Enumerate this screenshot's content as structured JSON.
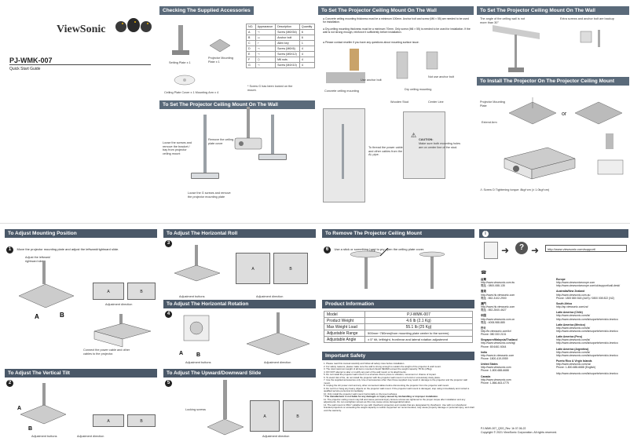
{
  "brand": "ViewSonic",
  "cover": {
    "model": "PJ-WMK-007",
    "subtitle": "Quick Start Guide"
  },
  "accessories": {
    "title": "Checking The Supplied Accessories",
    "setting_plate": "Setting Plate x 1",
    "mounting_plate": "Projector Mounting Plate x 1",
    "cover": "Ceiling Plate Cover x 1 Mounting Arm x 4",
    "note": "* Screw G has been locked on the mount.",
    "table_header": [
      "NO.",
      "Appearance",
      "Description",
      "Quantity"
    ],
    "rows": [
      [
        "A",
        "",
        "Screw (M6X54)",
        "6"
      ],
      [
        "B",
        "",
        "Anchor bolt",
        "6"
      ],
      [
        "C",
        "",
        "Allen key",
        "1"
      ],
      [
        "D",
        "",
        "Screw (M6X6)",
        "4"
      ],
      [
        "E",
        "",
        "Screw (M5X12)",
        "4"
      ],
      [
        "F",
        "",
        "M6 nuts",
        "4"
      ],
      [
        "G",
        "",
        "Screw (M4X10)",
        "4"
      ]
    ]
  },
  "wall_mount": {
    "title": "To Set The Projector Ceiling Mount On The Wall",
    "step1": "Loose the screws and remove the bracket / bay from projector ceiling mount",
    "step2": "Remove the ceiling plate cover",
    "step3": "Loose the G screws and remove the projector mounting plate"
  },
  "set_wall": {
    "title": "To Set The Projector Ceiling Mount On The Wall",
    "bullets": [
      "Concrete ceiling mounting thickness must be a minimum 100mm. Anchor bolt and screw (M6 × 55) are needed to be used for installation.",
      "Dry-ceiling mounting thickness must be a minimum 70mm. Only screw (M6 × 55) is needed to be used for installation. If the wall is not strong enough, reinforce it sufficiently before installation.",
      "Please contact reseller if you have any questions about mounting surface issue."
    ],
    "labels": [
      "Use anchor bolt",
      "Not use anchor bolt",
      "Concrete ceiling mounting",
      "Dry ceiling mounting"
    ],
    "stud_labels": [
      "Wooden Stud",
      "Center Line"
    ],
    "thread": "To thread the power cable and other cables from the AL pipe.",
    "caution_title": "CAUTION:",
    "caution": "Make sure both mounting holes are on center line of the stud."
  },
  "set_wall_right": {
    "title": "To Set The Projector Ceiling Mount On The Wall",
    "note_left": "The angle of the ceiling wall is not more than 30°",
    "note_right": "Extra screws and anchor bolt are backup"
  },
  "install": {
    "title": "To Install The Projector On The Projector Ceiling Mount",
    "labels": [
      "Projector Mounting Plate",
      "Extend Arm",
      "or"
    ],
    "torque": "Screw D Tightening torque: 8kgf·cm (± 1.0kgf·cm)"
  },
  "adjust_pos": {
    "title": "To Adjust Mounting Position",
    "step": "Move the projector mounting plate and adjust the leftward/rightward slide.",
    "label": "Adjust the leftward/ rightward slide",
    "dir": "Adjustment direction",
    "connect": "Connect the power cable and other cables to the projector."
  },
  "adjust_roll": {
    "title": "To Adjust The Horizontal Roll",
    "buttons": "Adjustment buttons",
    "dir": "Adjustment direction"
  },
  "adjust_rot": {
    "title": "To Adjust The Horizontal Rotation",
    "buttons": "Adjustment buttons",
    "dir": "Adjustment direction"
  },
  "adjust_tilt": {
    "title": "To Adjust The Vertical Tilt",
    "buttons": "Adjustment buttons",
    "dir": "Adjustment direction"
  },
  "adjust_updown": {
    "title": "To Adjust The Upward/Downward Slide",
    "locking": "Locking screws",
    "dir": "Adjustment direction"
  },
  "remove": {
    "title": "To Remove The Projector Ceiling Mount",
    "step": "Use a stick or something hard to pry open the ceiling plate cover.",
    "stick": "stick"
  },
  "product_info": {
    "title": "Product Information",
    "rows": [
      [
        "Model",
        "PJ-WMK-007"
      ],
      [
        "Product Weight",
        "4.6 lb (2.1 Kg)"
      ],
      [
        "Max Weight Load",
        "55.1 lb (25 Kg)"
      ],
      [
        "Adjustable Range",
        "500mm~780mm(from mounting plate center to the screen)"
      ],
      [
        "Adjustable Angle",
        "± 5° tilt, left/right, front/rear and lateral rotation adjustment"
      ]
    ]
  },
  "safety": {
    "title": "Important Safety",
    "items": [
      "1. Please read this manual carefully and follow all safety rules before installation.",
      "2. For safety reasons, please make sure the wall is strong enough to sustain the weight of the projector & wall mount.",
      "3. The total maximum weight of all items mounted should NEVER exceed the weight capacity: 55 lbs (25kg).",
      "4. DO NOT attempt to alter or modify any part of the wall mount or its attachments.",
      "5. Do not install the projector wall mount on a structure that is prone to vibration, movement or chance of impact.",
      "6. To avoid risk of fire, do not install the projector with the projector wall mount in a humid or excessively dusty place.",
      "7. Use the supplied accessories only. Use of accessories other than those supplied may result in damage to the projector and the projector wall mount.",
      "8. Unplug the AC power cord and any other connected cables before dismounting the projector from the projector wall mount.",
      "9. Do not hit or hang any heavy objects on the projector wall mount. If the projector wall mount is damaged, stop using immediately and contact a qualified service personnel immediately.",
      "10. Only install the projector wall mount horizontally on the level surfaces.",
      "* The manufacturer is not liable for any damages or injury caused by mishandling or improper installation.",
      "11. The projector ceiling mount may fall and cause personal injury. Ensure screws are tightened to the proper torque after installation and any adjustments. Do not overtighten screws as this may cause screw damage/deformation.",
      "12. The wall mount is ONLY suitable for use with ViewSonic projectors and models that are designated by ViewSonic. Use with non-ViewSonic branded projectors or exceeding the weight capacity is neither supported nor recommended, may cause property damage or personal injury, and shall void the warranty."
    ]
  },
  "contact": {
    "url": "http://www.viewsonic.com/support/",
    "left": [
      [
        "台灣",
        "http://www.viewsonic.com.tw",
        "電話 : 0800-088-135"
      ],
      [
        "香港",
        "http://www.hk.viewsonic.com",
        "電話 : 852-3102-2900"
      ],
      [
        "澳門",
        "http://www.hk.viewsonic.com",
        "電話 : 852-2840-4627"
      ],
      [
        "中国",
        "http://www.viewsonic.com.cn",
        "電話 : 4008-988-885"
      ],
      [
        "한국",
        "http://kr.viewsonic.com/kr/",
        "Phone: 080 333 2131"
      ],
      [
        "Singapore/Malaysia/Thailand",
        "http://www.viewsonic.com/sg/",
        "Phone: 65 6461 6044"
      ],
      [
        "India",
        "http://www.in.viewsonic.com",
        "Phone: 1800-419-0959"
      ],
      [
        "United States",
        "http://www.viewsonic.com",
        "Phone: 1-800-688-6688"
      ],
      [
        "Canada",
        "http://www.viewsonic.com",
        "Phone: 1-866-463-4775"
      ]
    ],
    "right": [
      [
        "Europe",
        "http://www.viewsoniceurope.com",
        "http://www.viewsoniceurope.com/uk/support/call-desk/"
      ],
      [
        "Australia/New Zealand",
        "http://www.viewsonic.com.au",
        "Phone: 1800 880 818 (AUS) / 0800 008 822 (NZ)"
      ],
      [
        "South Africa",
        "http://ap.viewsonic.com/za/",
        ""
      ],
      [
        "Latin America (Chile)",
        "http://www.viewsonic.com/la/",
        "http://www.viewsonic.com/la/soporte/servicio-tecnico"
      ],
      [
        "Latin America (Mexico)",
        "http://www.viewsonic.com/la/",
        "http://www.viewsonic.com/la/soporte/servicio-tecnico"
      ],
      [
        "Latin America (Peru)",
        "http://www.viewsonic.com/la/",
        "http://www.viewsonic.com/la/soporte/servicio-tecnico"
      ],
      [
        "Latin America (Argentina)",
        "http://www.viewsonic.com/la/",
        "http://www.viewsonic.com/la/soporte/servicio-tecnico"
      ],
      [
        "Puerto Rico & Virgin Islands",
        "http://www.viewsonic.com/us/",
        "Phone: 1-800-688-6688 (English)"
      ],
      [
        "",
        "http://www.viewsonic.com/la/soporte/servicio-tecnico",
        ""
      ]
    ],
    "footer1": "PJ-WMK-007_QSG_Rev. 1b 07-06-22",
    "footer2": "Copyright © 2021 ViewSonic Corporation. All rights reserved."
  }
}
